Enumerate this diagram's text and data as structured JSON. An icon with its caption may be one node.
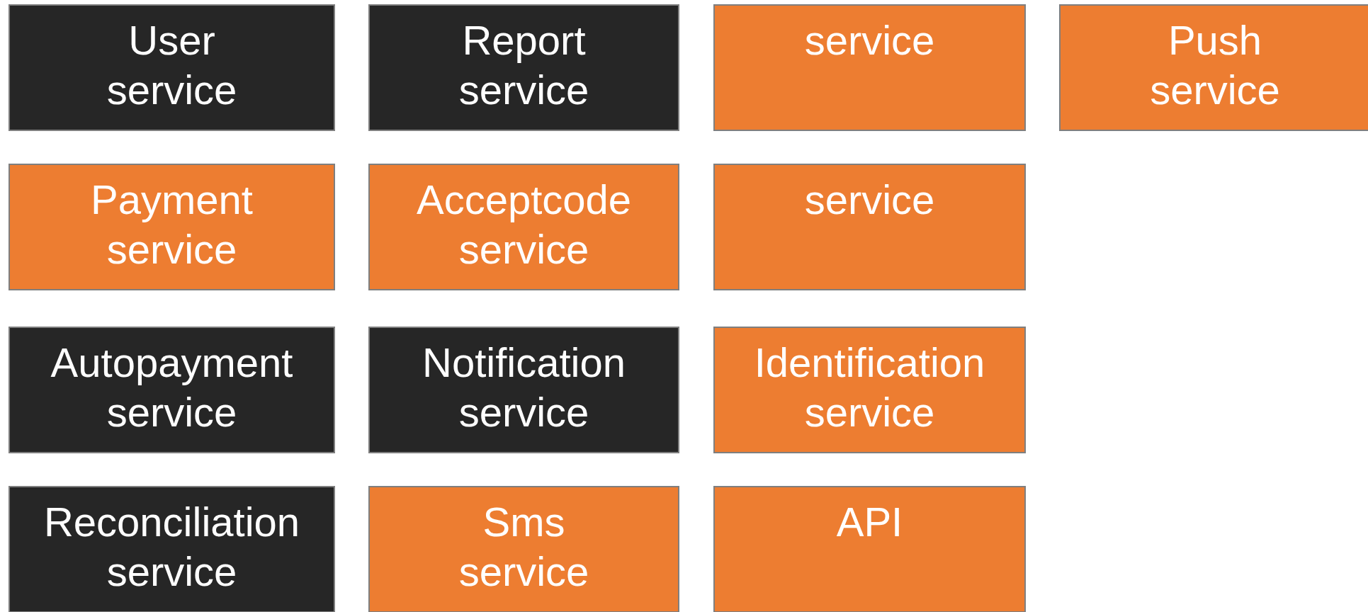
{
  "diagram": {
    "nodes": [
      {
        "text": [
          "User service"
        ]
      },
      {
        "text": [
          "Report service"
        ]
      },
      {
        "text": [
          "service"
        ]
      },
      {
        "text": [
          "Push service"
        ]
      },
      {
        "text": [
          "Payment service"
        ]
      },
      {
        "text": [
          "Acceptcode service"
        ]
      },
      {
        "text": [
          "service"
        ]
      },
      {
        "text": [
          "Autopayment service"
        ]
      },
      {
        "text": [
          "Notification service"
        ]
      },
      {
        "text": [
          "Identification service"
        ]
      },
      {
        "text": [
          "Reconciliation service"
        ]
      },
      {
        "text": [
          "Sms service"
        ]
      },
      {
        "text": [
          "API"
        ]
      }
    ]
  }
}
